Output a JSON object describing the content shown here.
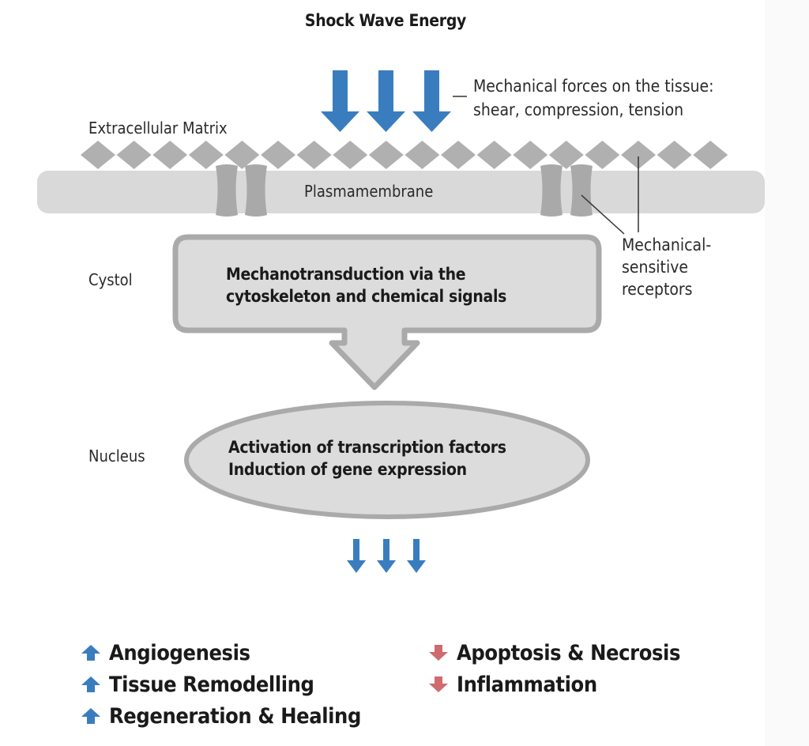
{
  "title": "Shock Wave Energy",
  "forces_note": {
    "lines": [
      "Mechanical forces on the tissue:",
      "shear, compression, tension"
    ]
  },
  "labels": {
    "extracellular_matrix": "Extracellular Matrix",
    "plasmamembrane": "Plasmamembrane",
    "cytosol": "Cystol",
    "nucleus": "Nucleus",
    "receptors": [
      "Mechanical-",
      "sensitive",
      "receptors"
    ]
  },
  "cytosol_box": {
    "lines": [
      "Mechanotransduction via the",
      "cytoskeleton and chemical signals"
    ]
  },
  "nucleus_box": {
    "lines": [
      "Activation of transcription factors",
      "Induction of gene expression"
    ]
  },
  "effects": {
    "increased": [
      {
        "label": "Angiogenesis",
        "icon": "arrow-up-icon"
      },
      {
        "label": "Tissue Remodelling",
        "icon": "arrow-up-icon"
      },
      {
        "label": "Regeneration & Healing",
        "icon": "arrow-up-icon"
      }
    ],
    "decreased": [
      {
        "label": "Apoptosis & Necrosis",
        "icon": "arrow-down-icon"
      },
      {
        "label": "Inflammation",
        "icon": "arrow-down-icon"
      }
    ]
  },
  "colors": {
    "blue_arrow": "#3a7dbf",
    "red_arrow": "#cf6b6e",
    "membrane": "#d9d9d9",
    "ecm_diamond": "#b0b0b0",
    "receptor": "#a9a9a9",
    "box_fill": "#dcdcdc",
    "box_border": "#aaaaaa"
  }
}
